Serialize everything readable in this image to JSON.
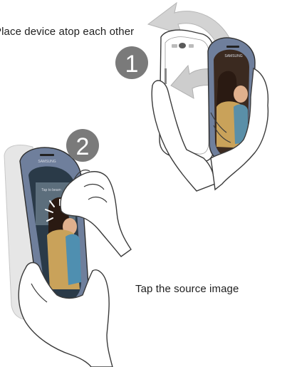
{
  "steps": [
    {
      "number": "1",
      "caption": "Place device atop each other"
    },
    {
      "number": "2",
      "caption": "Tap the source image"
    }
  ],
  "brand_label": "SAMSUNG",
  "screen_label": "Tap to beam",
  "colors": {
    "badge_fill": "#7a7a7a",
    "arrow_fill": "#cfcfcf",
    "phone_frame": "#6f7f9c",
    "outline": "#3a3a3a",
    "caption_text": "#1e1e1e"
  }
}
